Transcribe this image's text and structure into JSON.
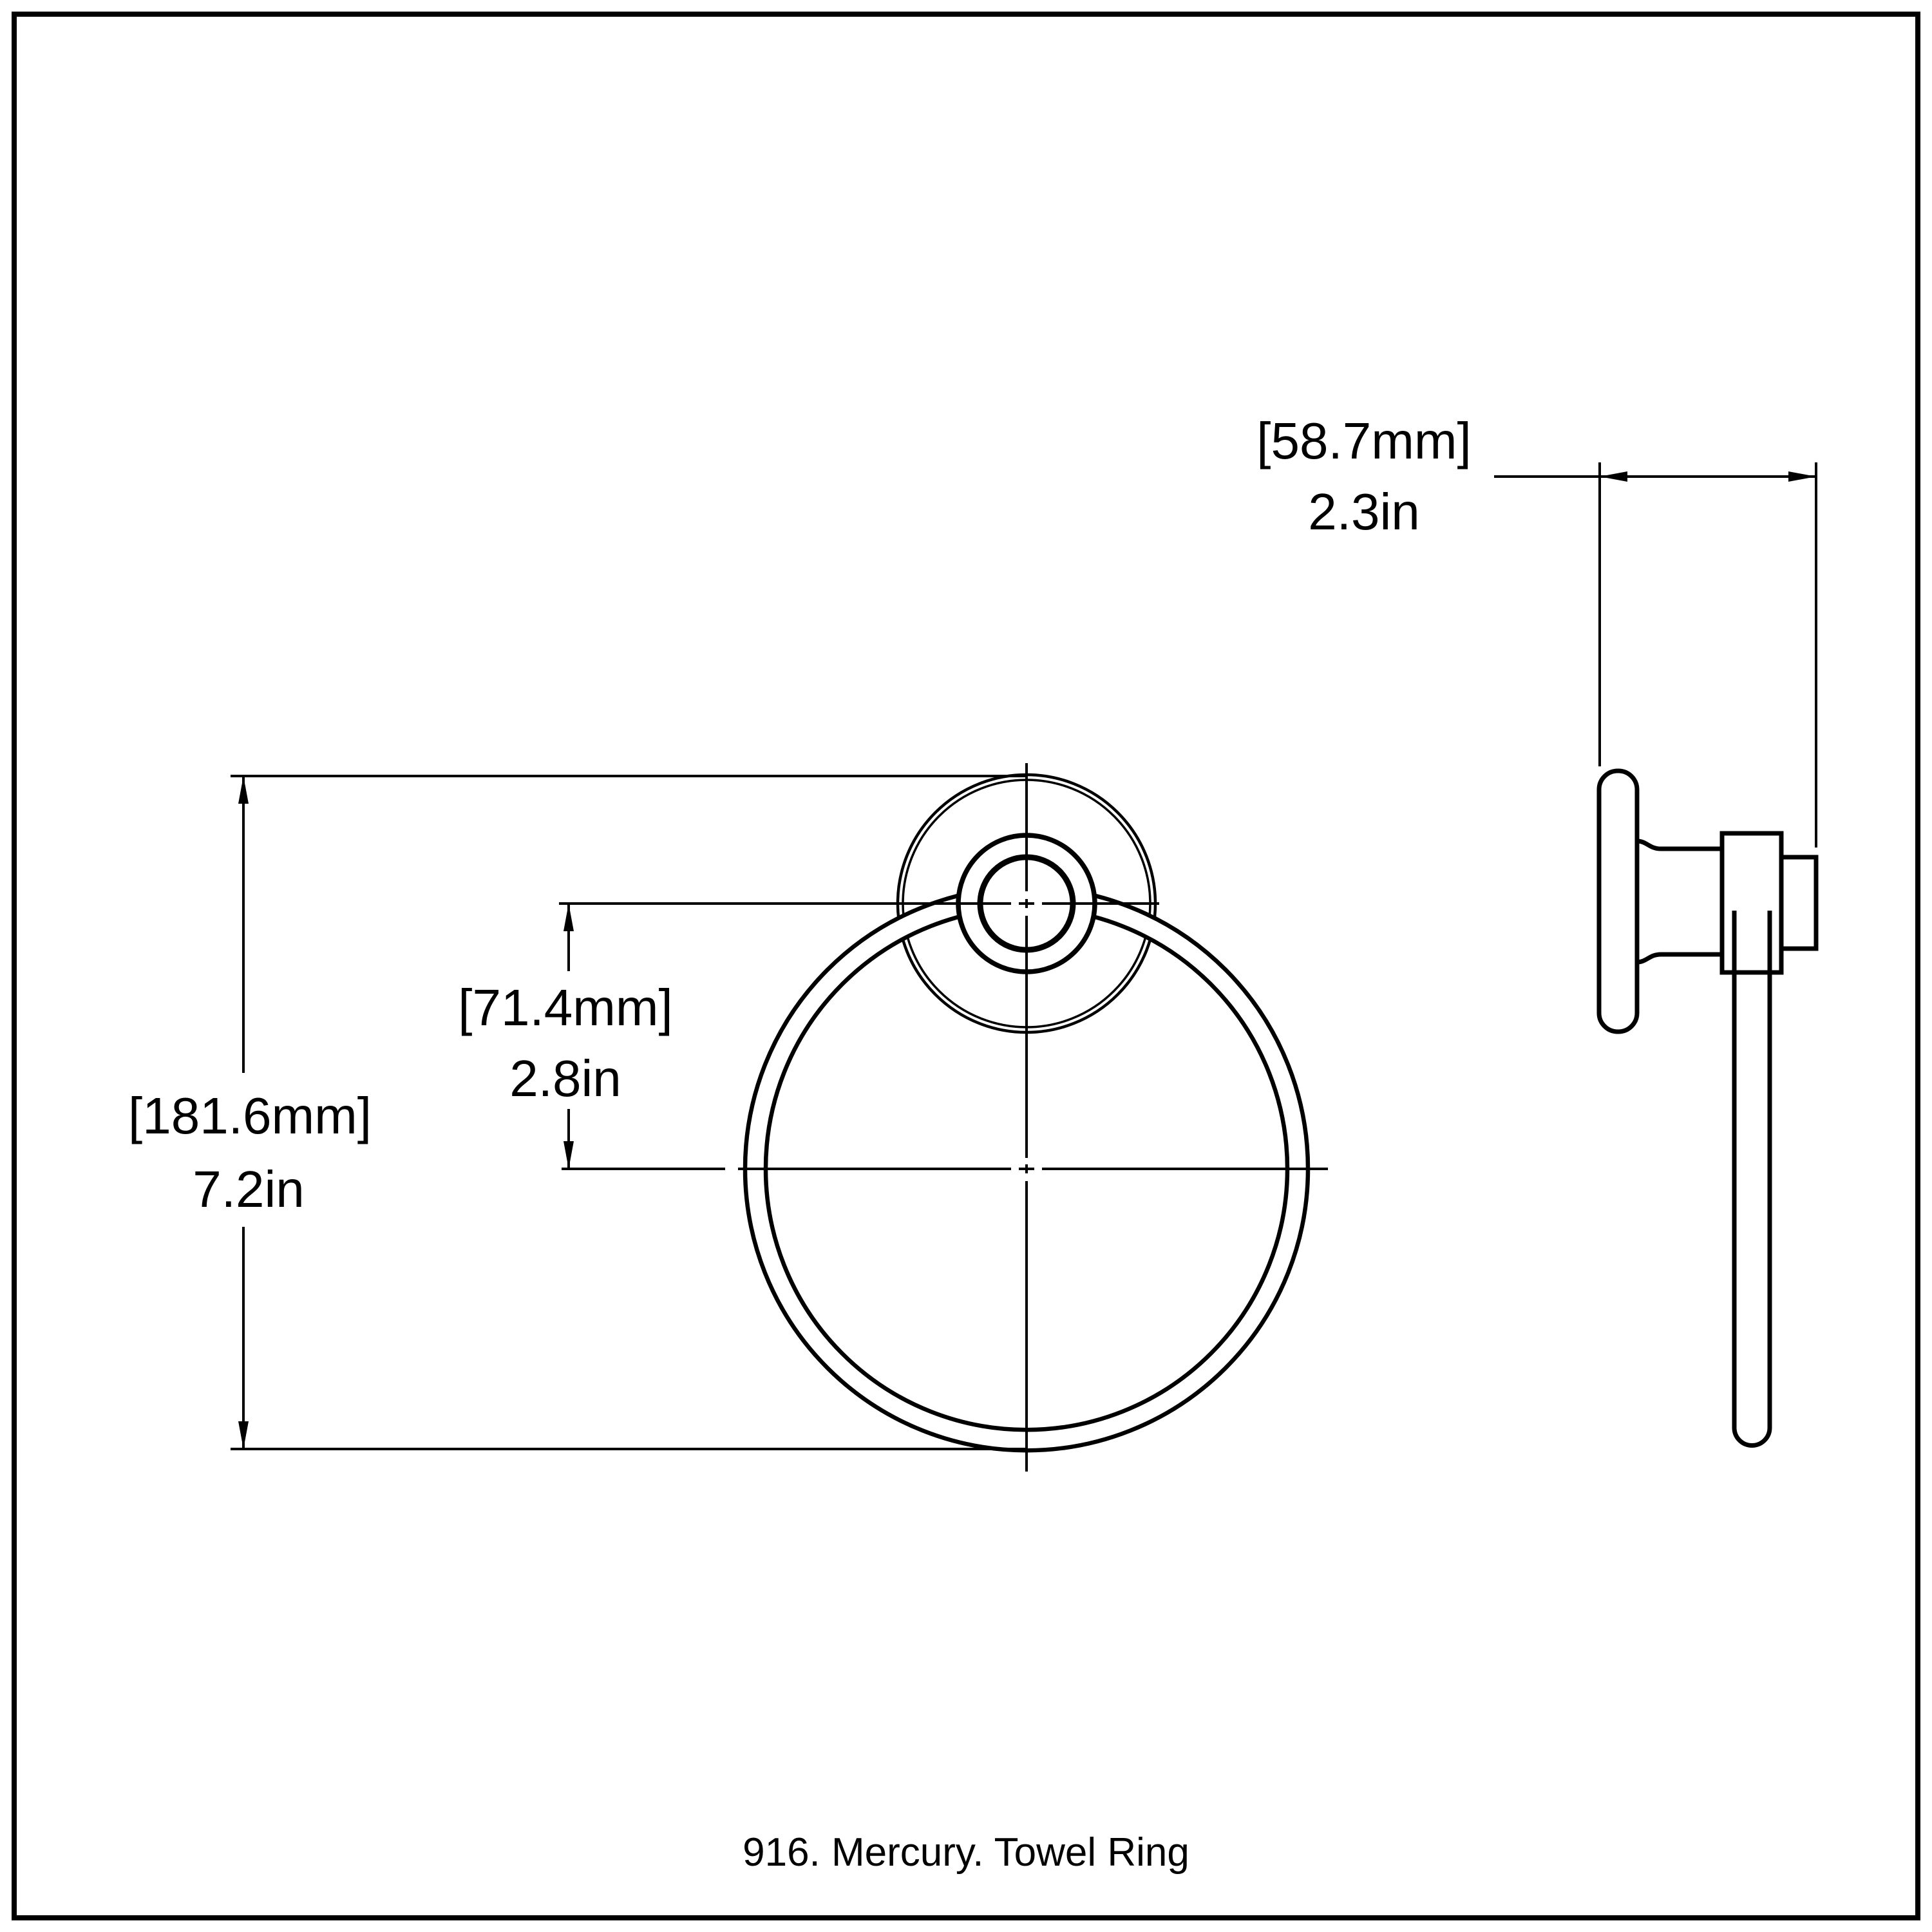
{
  "colors": {
    "background": "#ffffff",
    "ink": "#000000"
  },
  "caption": {
    "text": "916. Mercury. Towel Ring"
  },
  "dimensions": {
    "overall_height": {
      "metric": "[181.6mm]",
      "imperial": "7.2in"
    },
    "ring_center_offset": {
      "metric": "[71.4mm]",
      "imperial": "2.8in"
    },
    "projection_depth": {
      "metric": "[58.7mm]",
      "imperial": "2.3in"
    }
  }
}
